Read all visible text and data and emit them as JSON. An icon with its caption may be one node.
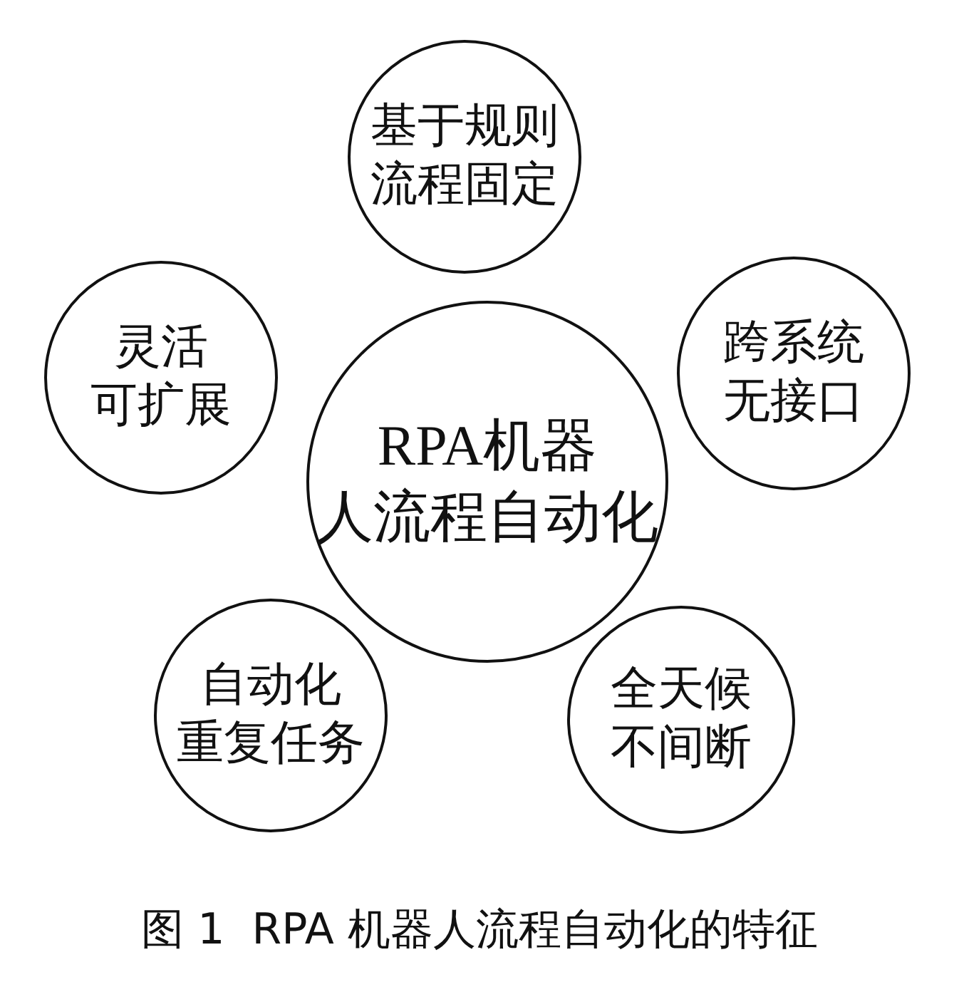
{
  "diagram": {
    "caption": "图 1  RPA 机器人流程自动化的特征",
    "nodes": [
      {
        "text": [
          "RPA机器人流程自动化"
        ]
      },
      {
        "text": [
          "基于规则流程固定"
        ]
      },
      {
        "text": [
          "灵活可扩展"
        ]
      },
      {
        "text": [
          "跨系统无接口"
        ]
      },
      {
        "text": [
          "自动化重复任务"
        ]
      },
      {
        "text": [
          "全天候不间断"
        ]
      }
    ],
    "edges": []
  }
}
